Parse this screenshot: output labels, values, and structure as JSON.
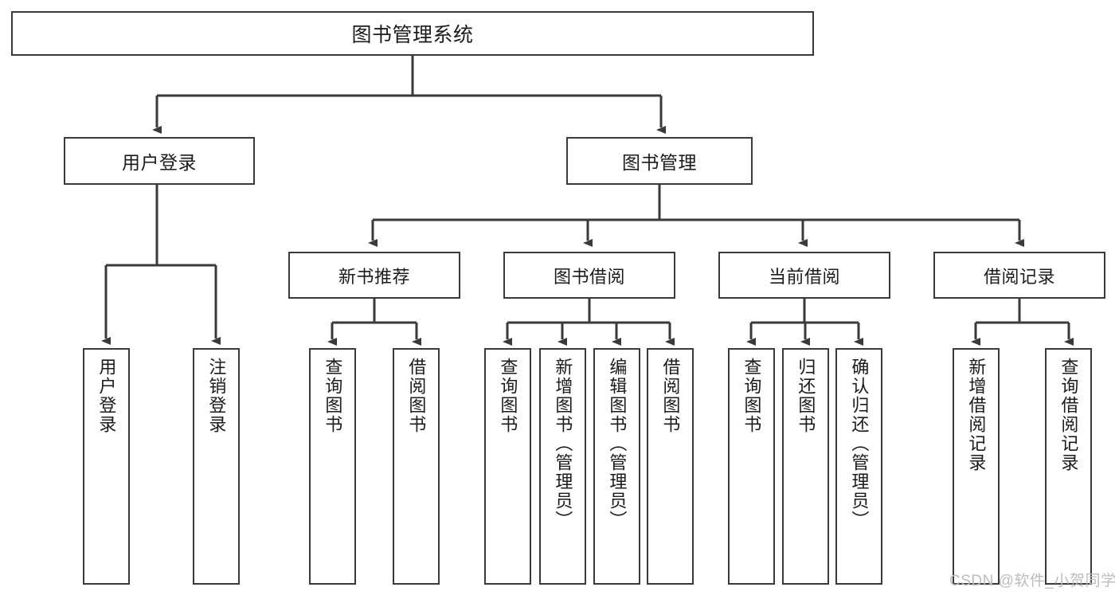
{
  "diagram": {
    "type": "tree-hierarchy-chart",
    "title": "图书管理系统",
    "stroke_color": "#3a3a3a",
    "background_color": "#ffffff",
    "text_color": "#1b1b1b",
    "root": {
      "label": "图书管理系统"
    },
    "level2": [
      {
        "label": "用户登录"
      },
      {
        "label": "图书管理"
      }
    ],
    "level3": [
      {
        "label": "新书推荐"
      },
      {
        "label": "图书借阅"
      },
      {
        "label": "当前借阅"
      },
      {
        "label": "借阅记录"
      }
    ],
    "leaves": {
      "user_login": [
        {
          "label": "用户登录"
        },
        {
          "label": "注销登录"
        }
      ],
      "new_book_recommend": [
        {
          "label": "查询图书"
        },
        {
          "label": "借阅图书"
        }
      ],
      "book_borrow": [
        {
          "label": "查询图书"
        },
        {
          "label": "新增图书（管理员）"
        },
        {
          "label": "编辑图书（管理员）"
        },
        {
          "label": "借阅图书"
        }
      ],
      "current_borrow": [
        {
          "label": "查询图书"
        },
        {
          "label": "归还图书"
        },
        {
          "label": "确认归还（管理员）"
        }
      ],
      "borrow_record": [
        {
          "label": "新增借阅记录"
        },
        {
          "label": "查询借阅记录"
        }
      ]
    }
  },
  "watermark": {
    "text": "CSDN @软件_小贺同学"
  }
}
